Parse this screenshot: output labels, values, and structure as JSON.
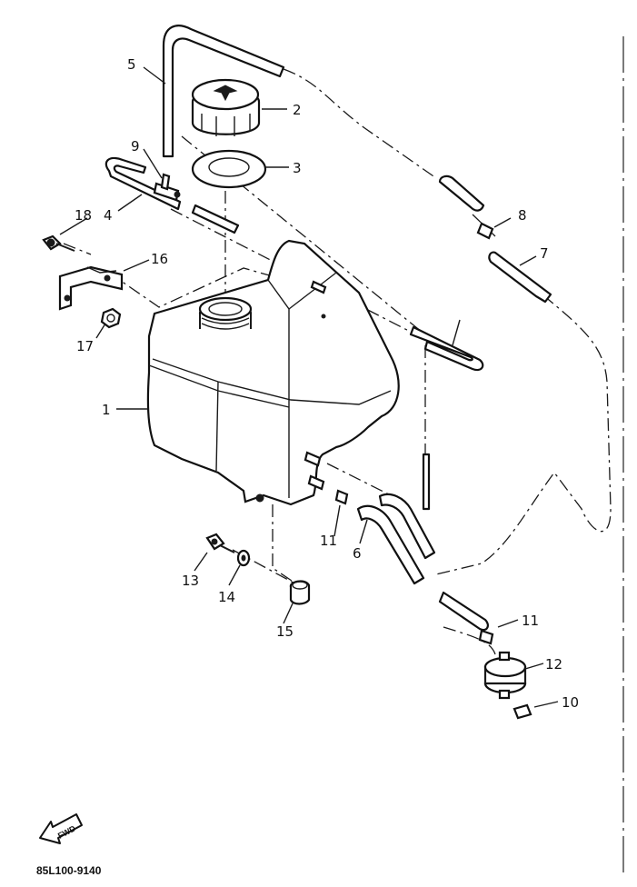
{
  "diagram": {
    "code": "85L100-9140",
    "fwd_label": "FWD",
    "callouts": {
      "c1": "1",
      "c2": "2",
      "c3": "3",
      "c4": "4",
      "c5": "5",
      "c6": "6",
      "c7": "7",
      "c8": "8",
      "c9": "9",
      "c10": "10",
      "c11a": "11",
      "c11b": "11",
      "c12": "12",
      "c13": "13",
      "c14": "14",
      "c15": "15",
      "c16": "16",
      "c17": "17",
      "c18": "18"
    }
  }
}
